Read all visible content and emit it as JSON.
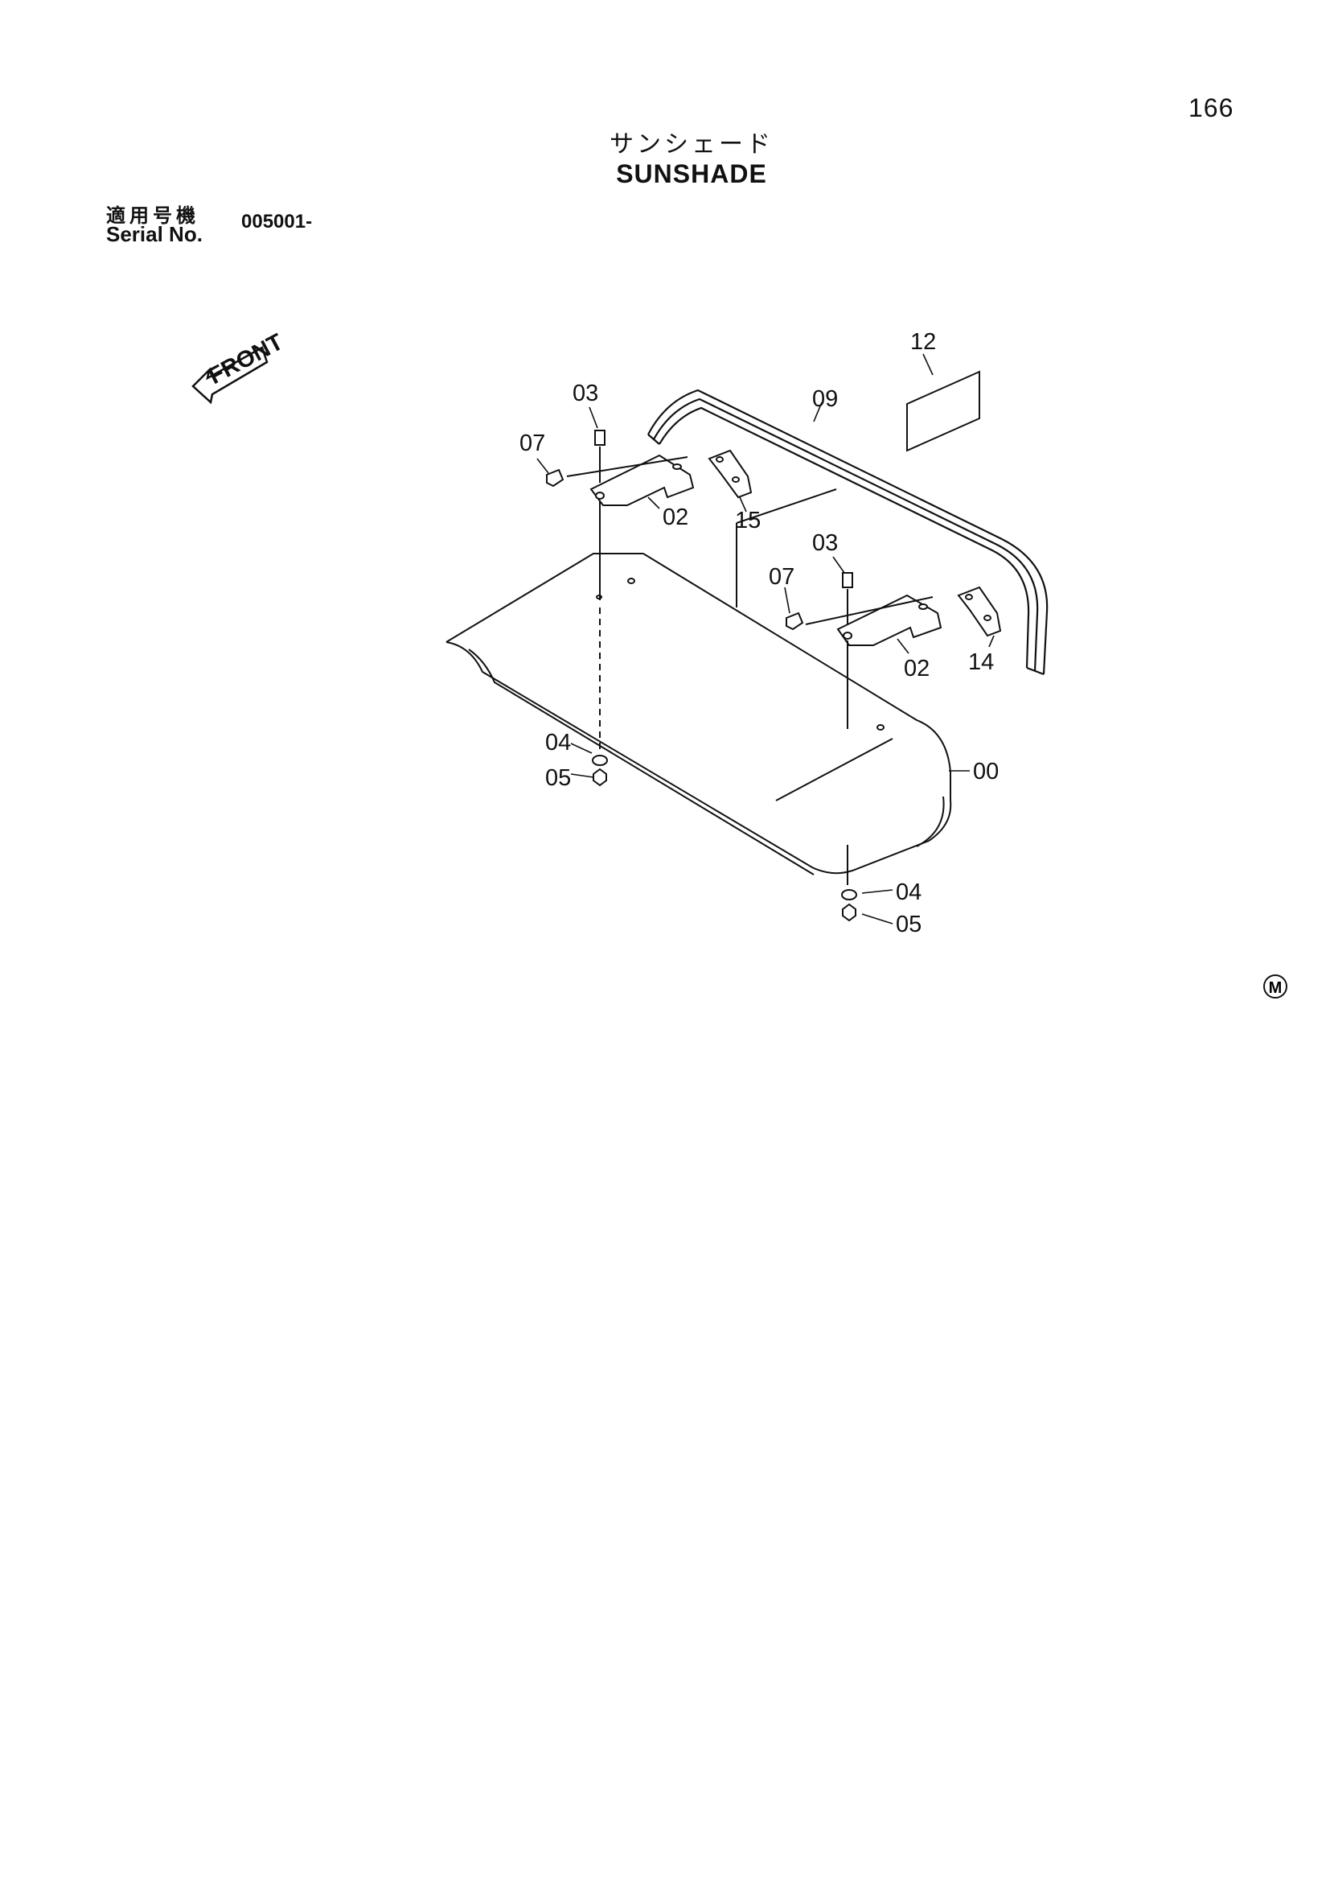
{
  "page": {
    "number": "166"
  },
  "title": {
    "japanese": "サンシェード",
    "english": "SUNSHADE"
  },
  "serial": {
    "label_ja": "適用号機",
    "label_en": "Serial No.",
    "value": "005001-"
  },
  "front_arrow": {
    "label": "FRONT"
  },
  "mark": {
    "text": "M"
  },
  "parts": {
    "p00": "00",
    "p02a": "02",
    "p02b": "02",
    "p03a": "03",
    "p03b": "03",
    "p04a": "04",
    "p04b": "04",
    "p05a": "05",
    "p05b": "05",
    "p07a": "07",
    "p07b": "07",
    "p09": "09",
    "p12": "12",
    "p14": "14",
    "p15": "15"
  }
}
